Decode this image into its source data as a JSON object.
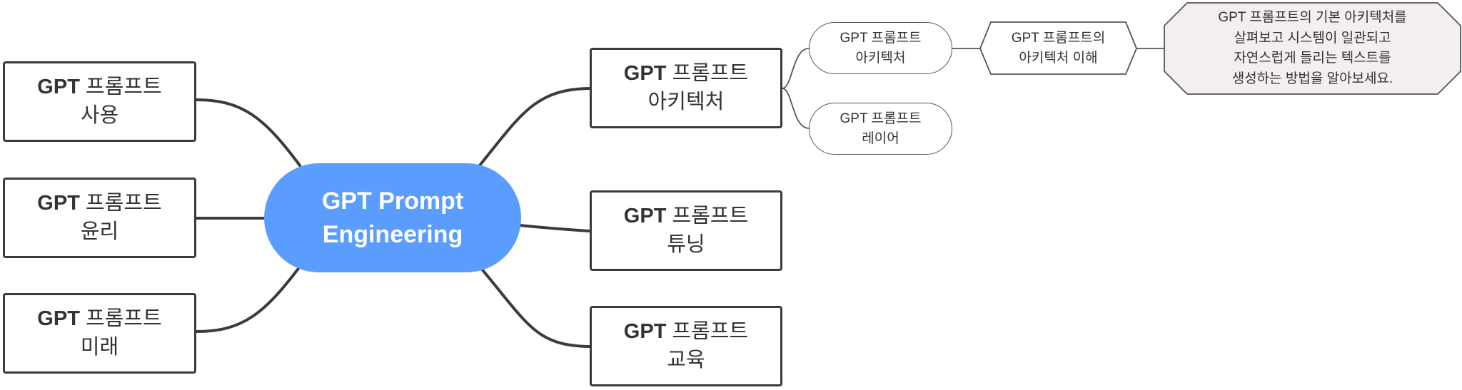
{
  "colors": {
    "central_fill": "#5b9cff",
    "central_text": "#ffffff",
    "box_border": "#3b3b3b",
    "connector": "#3b3b3b",
    "note_fill": "#f3eef2"
  },
  "central": {
    "line1": "GPT Prompt",
    "line2": "Engineering"
  },
  "left_topics": [
    {
      "prefix": "GPT",
      "rest": " 프롬프트",
      "line2": "사용"
    },
    {
      "prefix": "GPT",
      "rest": " 프롬프트",
      "line2": "윤리"
    },
    {
      "prefix": "GPT",
      "rest": " 프롬프트",
      "line2": "미래"
    }
  ],
  "right_topics": [
    {
      "prefix": "GPT",
      "rest": " 프롬프트",
      "line2": "아키텍처"
    },
    {
      "prefix": "GPT",
      "rest": " 프롬프트",
      "line2": "튜닝"
    },
    {
      "prefix": "GPT",
      "rest": " 프롬프트",
      "line2": "교육"
    }
  ],
  "subtopics": [
    {
      "line1": "GPT 프롬프트",
      "line2": "아키텍처"
    },
    {
      "line1": "GPT 프롬프트",
      "line2": "레이어"
    }
  ],
  "detail": {
    "line1": "GPT 프롬프트의",
    "line2": "아키텍처 이해"
  },
  "note": {
    "lines": [
      "GPT 프롬프트의 기본 아키텍처를",
      "살펴보고 시스템이 일관되고",
      "자연스럽게 들리는 텍스트를",
      "생성하는 방법을 알아보세요."
    ]
  }
}
